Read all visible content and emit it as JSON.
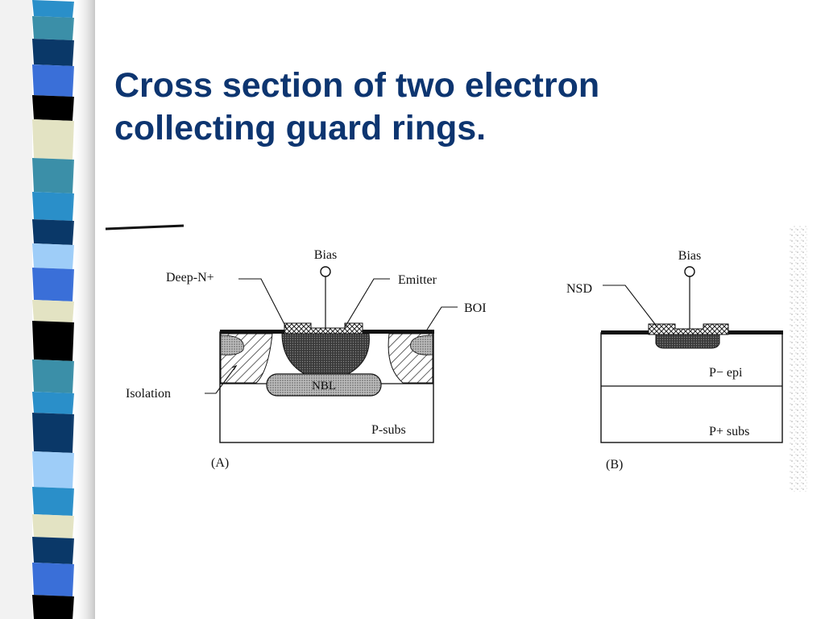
{
  "slide": {
    "title_line1": "Cross section of two electron",
    "title_line2": "collecting guard rings."
  },
  "stripe_colors": [
    "#2a8fc9",
    "#3a6fd8",
    "#0a3868",
    "#e3e3c3",
    "#9ecdf8",
    "#3b8fa8",
    "#000000"
  ],
  "figure": {
    "a": {
      "bias": "Bias",
      "deep_n": "Deep-N+",
      "emitter": "Emitter",
      "boi": "BOI",
      "isolation": "Isolation",
      "nbl": "NBL",
      "substrate": "P-subs",
      "caption": "(A)"
    },
    "b": {
      "bias": "Bias",
      "nsd": "NSD",
      "epi": "P− epi",
      "substrate": "P+ subs",
      "caption": "(B)"
    }
  }
}
